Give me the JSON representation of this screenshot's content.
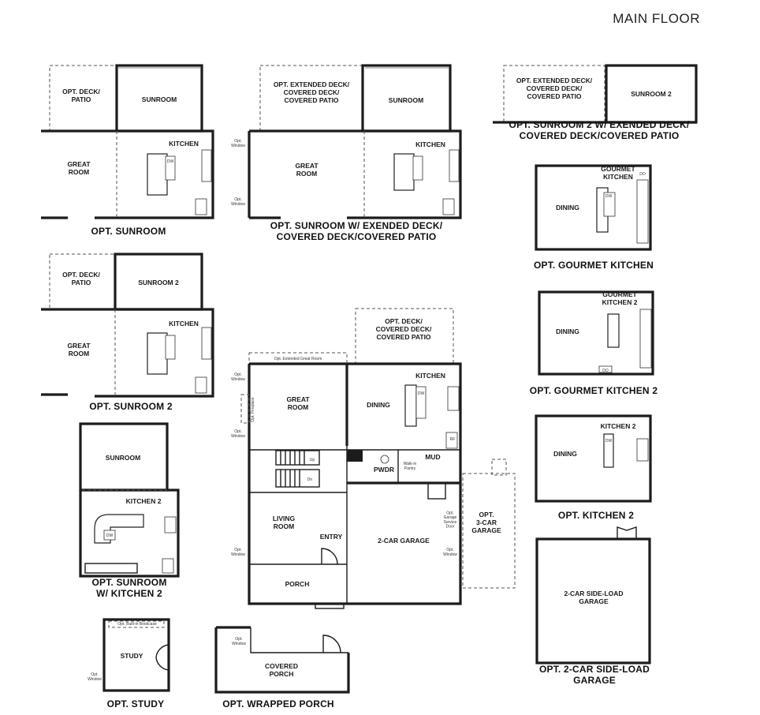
{
  "title": "MAIN FLOOR",
  "main_plan": {
    "great_room": "GREAT\nROOM",
    "dining": "DINING",
    "kitchen": "KITCHEN",
    "living_room": "LIVING\nROOM",
    "entry": "ENTRY",
    "porch": "PORCH",
    "garage": "2-CAR GARAGE",
    "opt_garage": "OPT.\n3-CAR\nGARAGE",
    "pwdr": "PWDR",
    "mud": "MUD",
    "walkin_pantry": "Walk-in\nPantry",
    "opt_deck": "OPT. DECK/\nCOVERED DECK/\nCOVERED PATIO",
    "opt_extended_great_room": "Opt. Extended Great Room",
    "opt_fireplace": "Opt. Fireplace",
    "opt_window": "Opt.\nWindow",
    "opt_garage_service_door": "Opt.\nGarage\nService\nDoor",
    "dw": "DW",
    "rf": "RF",
    "up": "Up",
    "dn": "Dn"
  },
  "options": {
    "sunroom": {
      "caption": "OPT. SUNROOM",
      "deck": "OPT. DECK/\nPATIO",
      "sunroom": "SUNROOM",
      "kitchen": "KITCHEN",
      "great_room": "GREAT\nROOM"
    },
    "sunroom_ext": {
      "caption": "OPT. SUNROOM W/ EXENDED DECK/\nCOVERED DECK/COVERED PATIO",
      "deck": "OPT. EXTENDED DECK/\nCOVERED DECK/\nCOVERED PATIO",
      "sunroom": "SUNROOM",
      "kitchen": "KITCHEN",
      "great_room": "GREAT\nROOM"
    },
    "sunroom2_ext": {
      "caption": "OPT. SUNROOM 2 W/ EXENDED DECK/\nCOVERED DECK/COVERED PATIO",
      "deck": "OPT. EXTENDED DECK/\nCOVERED DECK/\nCOVERED PATIO",
      "sunroom": "SUNROOM 2"
    },
    "sunroom2": {
      "caption": "OPT. SUNROOM 2",
      "deck": "OPT. DECK/\nPATIO",
      "sunroom": "SUNROOM 2",
      "kitchen": "KITCHEN",
      "great_room": "GREAT\nROOM"
    },
    "gourmet_kitchen": {
      "caption": "OPT. GOURMET KITCHEN",
      "kitchen": "GOURMET\nKITCHEN",
      "dining": "DINING",
      "do": "DO"
    },
    "gourmet_kitchen2": {
      "caption": "OPT. GOURMET KITCHEN 2",
      "kitchen": "GOURMET\nKITCHEN 2",
      "dining": "DINING",
      "do": "DO"
    },
    "kitchen2": {
      "caption": "OPT. KITCHEN 2",
      "kitchen": "KITCHEN 2",
      "dining": "DINING"
    },
    "sunroom_kitchen2": {
      "caption": "OPT. SUNROOM\nW/ KITCHEN 2",
      "sunroom": "SUNROOM",
      "kitchen": "KITCHEN 2"
    },
    "side_load": {
      "caption": "OPT. 2-CAR SIDE-LOAD\nGARAGE",
      "garage": "2-CAR SIDE-LOAD\nGARAGE"
    },
    "study": {
      "caption": "OPT. STUDY",
      "study": "STUDY",
      "bookcase": "Opt. Built-in Bookcase",
      "window": "Opt.\nWindow"
    },
    "wrapped_porch": {
      "caption": "OPT. WRAPPED PORCH",
      "porch": "COVERED\nPORCH",
      "window": "Opt.\nWindow"
    }
  }
}
